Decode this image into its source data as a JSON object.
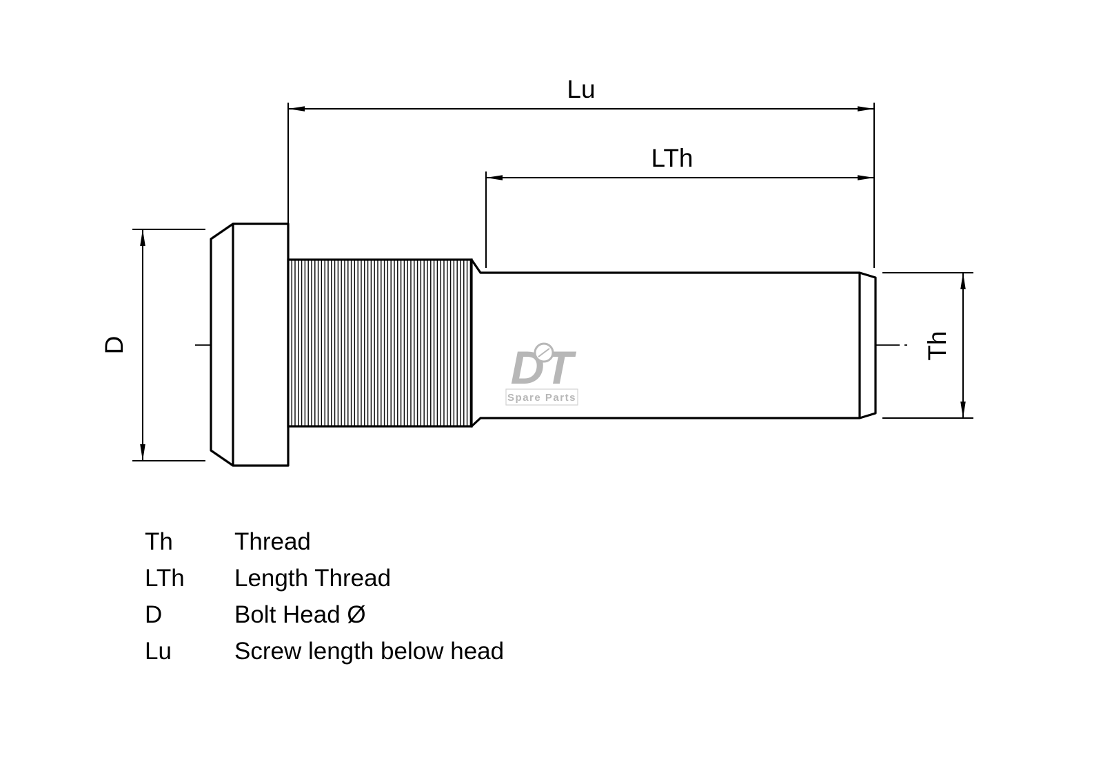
{
  "diagram": {
    "dimension_labels": {
      "lu": "Lu",
      "lth": "LTh",
      "th": "Th",
      "d": "D"
    },
    "legend": [
      {
        "symbol": "Th",
        "description": "Thread"
      },
      {
        "symbol": "LTh",
        "description": "Length Thread"
      },
      {
        "symbol": "D",
        "description": "Bolt Head Ø"
      },
      {
        "symbol": "Lu",
        "description": "Screw length below head"
      }
    ],
    "watermark": {
      "brand": "DT",
      "subtitle": "Spare Parts"
    },
    "colors": {
      "line": "#000000",
      "watermark": "#a6a6a6",
      "background": "#ffffff"
    }
  }
}
